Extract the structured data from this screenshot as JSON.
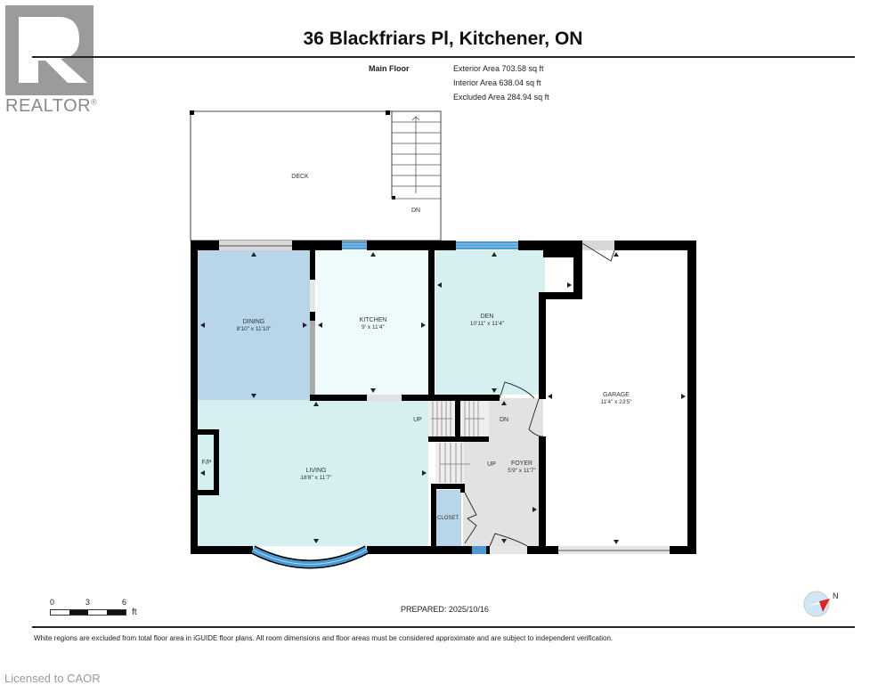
{
  "logo": {
    "brand": "REALTOR",
    "reg_mark": "®"
  },
  "header": {
    "title": "36 Blackfriars Pl, Kitchener, ON"
  },
  "floor": {
    "name": "Main Floor",
    "exterior_area": "Exterior Area 703.58 sq ft",
    "interior_area": "Interior Area 638.04 sq ft",
    "excluded_area": "Excluded Area 284.94 sq ft"
  },
  "rooms": {
    "deck": {
      "label": "DECK"
    },
    "deck_stairs": {
      "label": "DN"
    },
    "dining": {
      "label": "DINING",
      "dims": "8'10\" x 11'10\"",
      "color": "#b7d6ea"
    },
    "kitchen": {
      "label": "KITCHEN",
      "dims": "9' x 11'4\"",
      "color": "#eefbfb"
    },
    "den": {
      "label": "DEN",
      "dims": "10'11\" x 11'4\"",
      "color": "#d6f0f2"
    },
    "garage": {
      "label": "GARAGE",
      "dims": "11'4\" x 23'5\"",
      "color": "#ffffff"
    },
    "living": {
      "label": "LIVING",
      "dims": "18'8\" x 11'7\"",
      "color": "#d6f0f2"
    },
    "fireplace": {
      "label": "F/P"
    },
    "foyer": {
      "label": "FOYER",
      "dims": "5'9\" x 11'7\"",
      "color": "#e2e2e2"
    },
    "closet": {
      "label": "CLOSET",
      "color": "#b7d6ea"
    },
    "stairs_up_1": {
      "label": "UP"
    },
    "stairs_dn": {
      "label": "DN"
    },
    "stairs_up_2": {
      "label": "UP"
    }
  },
  "colors": {
    "wall": "#000000",
    "window": "#4a9ad4",
    "door_opening": "#d8d8d8"
  },
  "scale_bar": {
    "ticks": [
      "0",
      "3",
      "6"
    ],
    "unit": "ft"
  },
  "prepared": "PREPARED: 2025/10/16",
  "compass": {
    "label": "N"
  },
  "disclaimer": "White regions are excluded from total floor area in iGUIDE floor plans. All room dimensions and floor areas must be considered approximate and are subject to independent verification.",
  "footer": {
    "licensed": "Licensed to CAOR"
  }
}
